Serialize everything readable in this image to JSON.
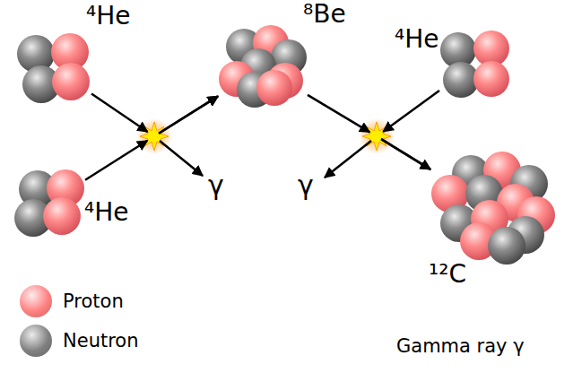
{
  "diagram": {
    "nodes": [
      {
        "text": [
          "⁴He"
        ]
      },
      {
        "text": [
          "⁴He"
        ]
      },
      {
        "text": [
          "⁸Be"
        ]
      },
      {
        "text": [
          "⁴He"
        ]
      },
      {
        "text": [
          "¹²C"
        ]
      }
    ],
    "edges": [
      {
        "from": 0,
        "to": 2,
        "arrow": "to"
      },
      {
        "from": 1,
        "to": 2,
        "arrow": "to"
      },
      {
        "from": 2,
        "to": 4,
        "arrow": "to"
      },
      {
        "from": 3,
        "to": 4,
        "arrow": "to"
      }
    ],
    "labels": [
      "γ",
      "γ"
    ],
    "legend": [
      {
        "text": "Proton",
        "color": "#ff8080"
      },
      {
        "text": "Neutron",
        "color": "#808080"
      },
      {
        "text": "Gamma ray γ"
      }
    ]
  }
}
